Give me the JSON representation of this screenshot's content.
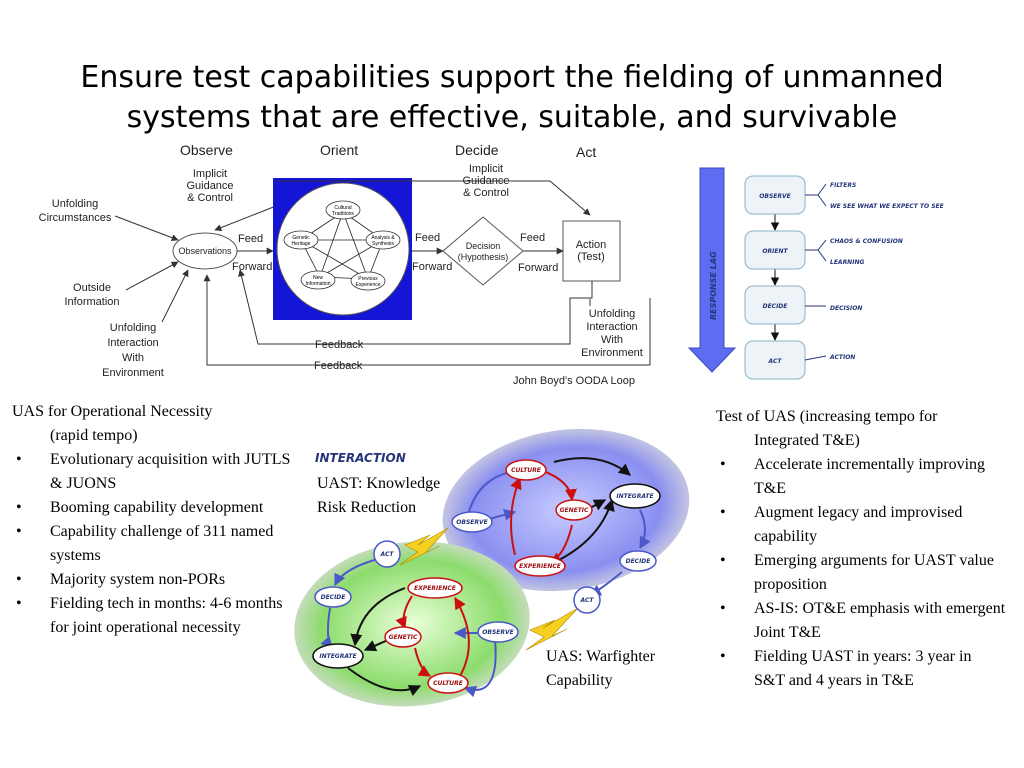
{
  "title": {
    "line1": "Ensure test capabilities support the fielding of unmanned",
    "line2": "systems that are effective, suitable, and survivable"
  },
  "ooda": {
    "phases": [
      "Observe",
      "Orient",
      "Decide",
      "Act"
    ],
    "unfolding_circumstances": [
      "Unfolding",
      "Circumstances"
    ],
    "outside_information": [
      "Outside",
      "Information"
    ],
    "unfolding_interaction_left": [
      "Unfolding",
      "Interaction",
      "With",
      "Environment"
    ],
    "observations": "Observations",
    "implicit_guidance_1": [
      "Implicit",
      "Guidance",
      "& Control"
    ],
    "implicit_guidance_2": [
      "Implicit",
      "Guidance",
      "& Control"
    ],
    "feed": "Feed",
    "forward": "Forward",
    "orient_nodes": {
      "cultural": [
        "Cultural",
        "Traditions"
      ],
      "genetic": [
        "Genetic",
        "Heritage"
      ],
      "analysis": [
        "Analysis &",
        "Synthesis"
      ],
      "new_info": [
        "New",
        "Information"
      ],
      "previous": [
        "Previous",
        "Experience"
      ]
    },
    "decision": [
      "Decision",
      "(Hypothesis)"
    ],
    "action": [
      "Action",
      "(Test)"
    ],
    "unfolding_interaction_right": [
      "Unfolding",
      "Interaction",
      "With",
      "Environment"
    ],
    "feedback": "Feedback",
    "credit": "John Boyd's OODA Loop"
  },
  "response_lag": {
    "arrow_label": "RESPONSE LAG",
    "steps": [
      "OBSERVE",
      "ORIENT",
      "DECIDE",
      "ACT"
    ],
    "annotations": [
      "FILTERS",
      "WE SEE WHAT WE EXPECT TO SEE",
      "CHAOS & CONFUSION",
      "LEARNING",
      "DECISION",
      "ACTION"
    ]
  },
  "left_text": {
    "heading": "UAS  for Operational Necessity",
    "subheading": "(rapid tempo)",
    "bullets": [
      "Evolutionary acquisition with JUTLS & JUONS",
      "Booming capability development",
      "Capability challenge of 311 named systems",
      "Majority system non-PORs",
      "Fielding tech  in months:  4-6 months for joint operational necessity"
    ]
  },
  "right_text": {
    "heading": "Test of UAS (increasing tempo for",
    "subheading": "Integrated T&E)",
    "bullets": [
      "Accelerate incrementally improving T&E",
      "Augment legacy and improvised capability",
      "Emerging arguments for UAST value proposition",
      "AS-IS: OT&E emphasis with emergent Joint T&E",
      "Fielding UAST in years:  3 year in S&T and 4 years in T&E"
    ]
  },
  "interaction": {
    "title": "INTERACTION",
    "caption_knowledge": [
      "UAST: Knowledge",
      "Risk Reduction"
    ],
    "caption_warfighter": [
      "UAS: Warfighter",
      "Capability"
    ],
    "upper_nodes": {
      "culture": "CULTURE",
      "genetic": "GENETIC",
      "experience": "EXPERIENCE",
      "integrate": "INTEGRATE",
      "observe": "OBSERVE",
      "decide": "DECIDE",
      "act": "ACT"
    },
    "lower_nodes": {
      "experience": "EXPERIENCE",
      "genetic": "GENETIC",
      "culture": "CULTURE",
      "integrate": "INTEGRATE",
      "observe": "OBSERVE",
      "decide": "DECIDE",
      "act": "ACT"
    }
  },
  "colors": {
    "orient_box": "#1515d8",
    "lag_arrow": "#5d6cf0",
    "node_fill": "#ffffff",
    "red_arrow": "#cc1010",
    "blue_blob": "#8a8ff0",
    "green_blob": "#8cdc6c"
  }
}
